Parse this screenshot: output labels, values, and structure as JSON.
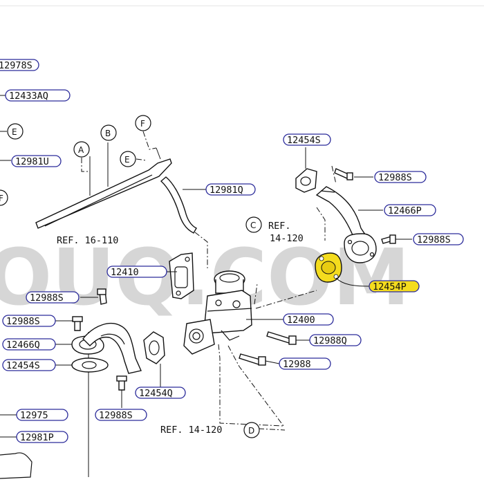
{
  "watermark": "OUQ.COM",
  "part_labels": {
    "p12978s": "12978S",
    "p12433aq": "12433AQ",
    "p12981u": "12981U",
    "p12454s_top": "12454S",
    "p12988s_a": "12988S",
    "p12981q": "12981Q",
    "p12466p_right": "12466P",
    "p12988s_b": "12988S",
    "p12454p": "12454P",
    "p12410": "12410",
    "p12988s_c": "12988S",
    "p12400": "12400",
    "p12988s_d": "12988S",
    "p12988q": "12988Q",
    "p12466q": "12466Q",
    "p12454s_left": "12454S",
    "p12988": "12988",
    "p12454q": "12454Q",
    "p12975": "12975",
    "p12988s_e": "12988S",
    "p12981p": "12981P"
  },
  "circle_labels": {
    "e_left": "E",
    "a": "A",
    "b": "B",
    "f": "F",
    "e_pipe": "E",
    "c": "C",
    "d": "D",
    "f_partial": "F"
  },
  "refs": {
    "ref_16_110": "REF. 16-110",
    "ref_14_120_top": "REF.",
    "ref_14_120_top_num": "14-120",
    "ref_14_120_bottom": "REF. 14-120"
  },
  "colors": {
    "highlight": "#f4dc1e",
    "callout_border": "#2a2a9a"
  }
}
